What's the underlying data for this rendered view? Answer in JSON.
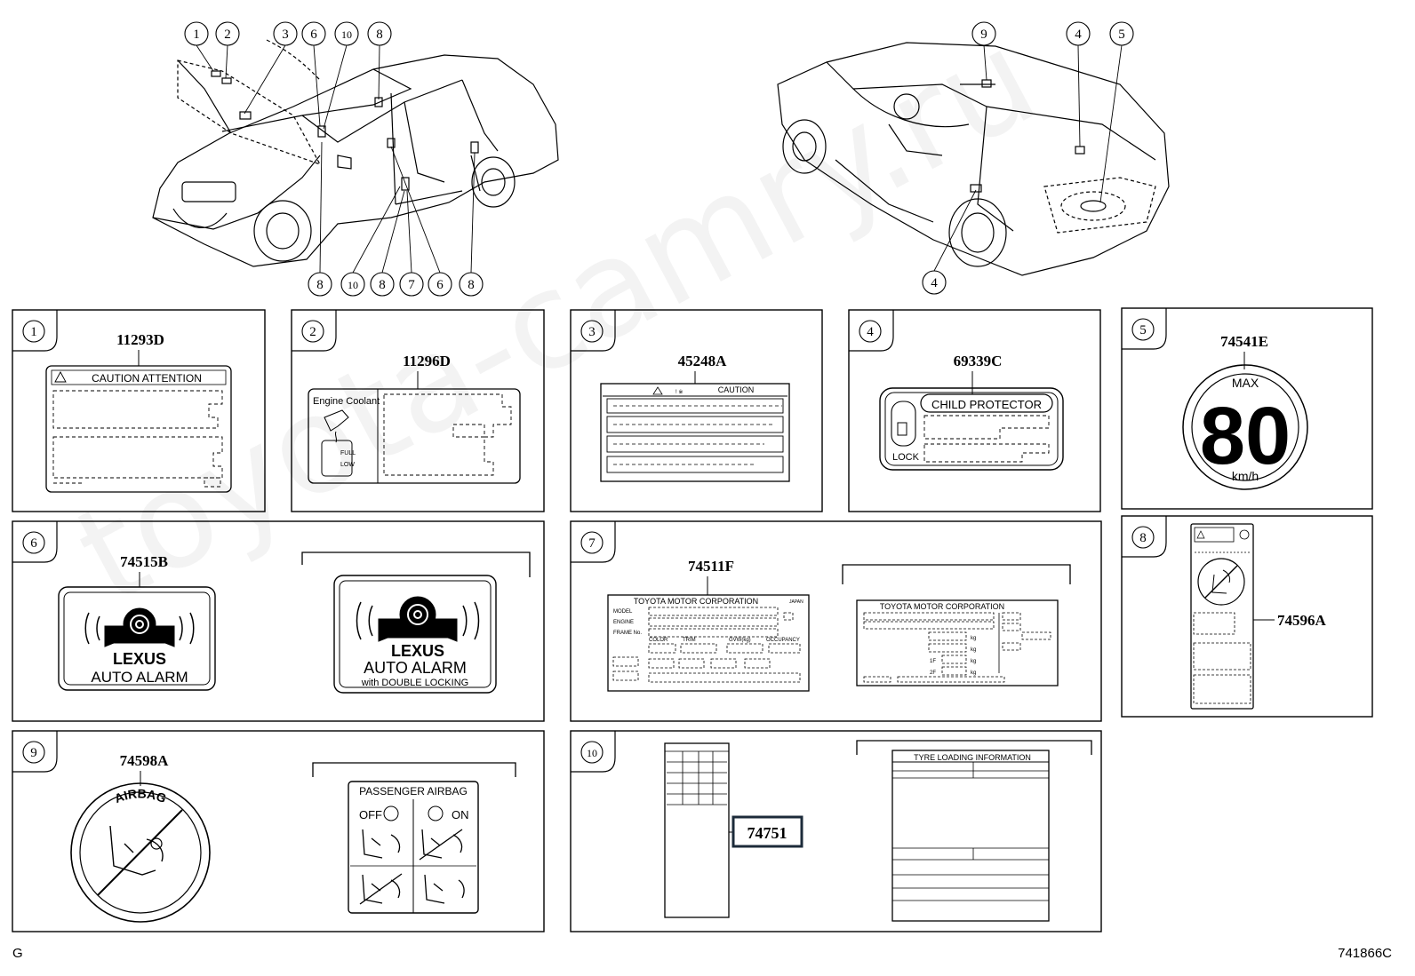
{
  "callouts_left_top": [
    "1",
    "2",
    "3",
    "6",
    "10",
    "8"
  ],
  "callouts_left_bottom": [
    "8",
    "10",
    "8",
    "7",
    "6",
    "8"
  ],
  "callouts_right_top": [
    "9",
    "4",
    "5"
  ],
  "callouts_right_bottom": [
    "4"
  ],
  "panels": [
    {
      "num": "1",
      "part": "11293D",
      "caption": "CAUTION ATTENTION"
    },
    {
      "num": "2",
      "part": "11296D",
      "caption": "Engine Coolant",
      "full": "FULL",
      "low": "LOW"
    },
    {
      "num": "3",
      "part": "45248A",
      "caption": "CAUTION"
    },
    {
      "num": "4",
      "part": "69339C",
      "caption": "CHILD PROTECTOR",
      "lock": "LOCK"
    },
    {
      "num": "5",
      "part": "74541E",
      "max": "MAX",
      "speed": "80",
      "unit": "km/h"
    },
    {
      "num": "6",
      "part": "74515B",
      "brand": "LEXUS",
      "alarm": "AUTO ALARM",
      "double": "with DOUBLE LOCKING"
    },
    {
      "num": "7",
      "part": "74511F",
      "corp": "TOYOTA MOTOR CORPORATION",
      "japan": "JAPAN",
      "model": "MODEL",
      "engine": "ENGINE",
      "frame": "FRAME No.",
      "color": "COLOR",
      "trim": "TRIM",
      "gvw": "GVW(kg)",
      "occ": "OCCUPANCY",
      "kg": "kg",
      "f1": "1F",
      "f2": "2F"
    },
    {
      "num": "8",
      "part": "74596A"
    },
    {
      "num": "9",
      "part": "74598A",
      "airbag": "AIRBAG",
      "passenger": "PASSENGER AIRBAG",
      "off": "OFF",
      "on": "ON"
    },
    {
      "num": "10",
      "part": "74751",
      "tyre": "TYRE LOADING INFORMATION"
    }
  ],
  "footer": {
    "left": "G",
    "right": "741866C"
  },
  "watermark": "toyota-camry.ru",
  "colors": {
    "line": "#000000",
    "highlight": "#1c2b3a"
  }
}
